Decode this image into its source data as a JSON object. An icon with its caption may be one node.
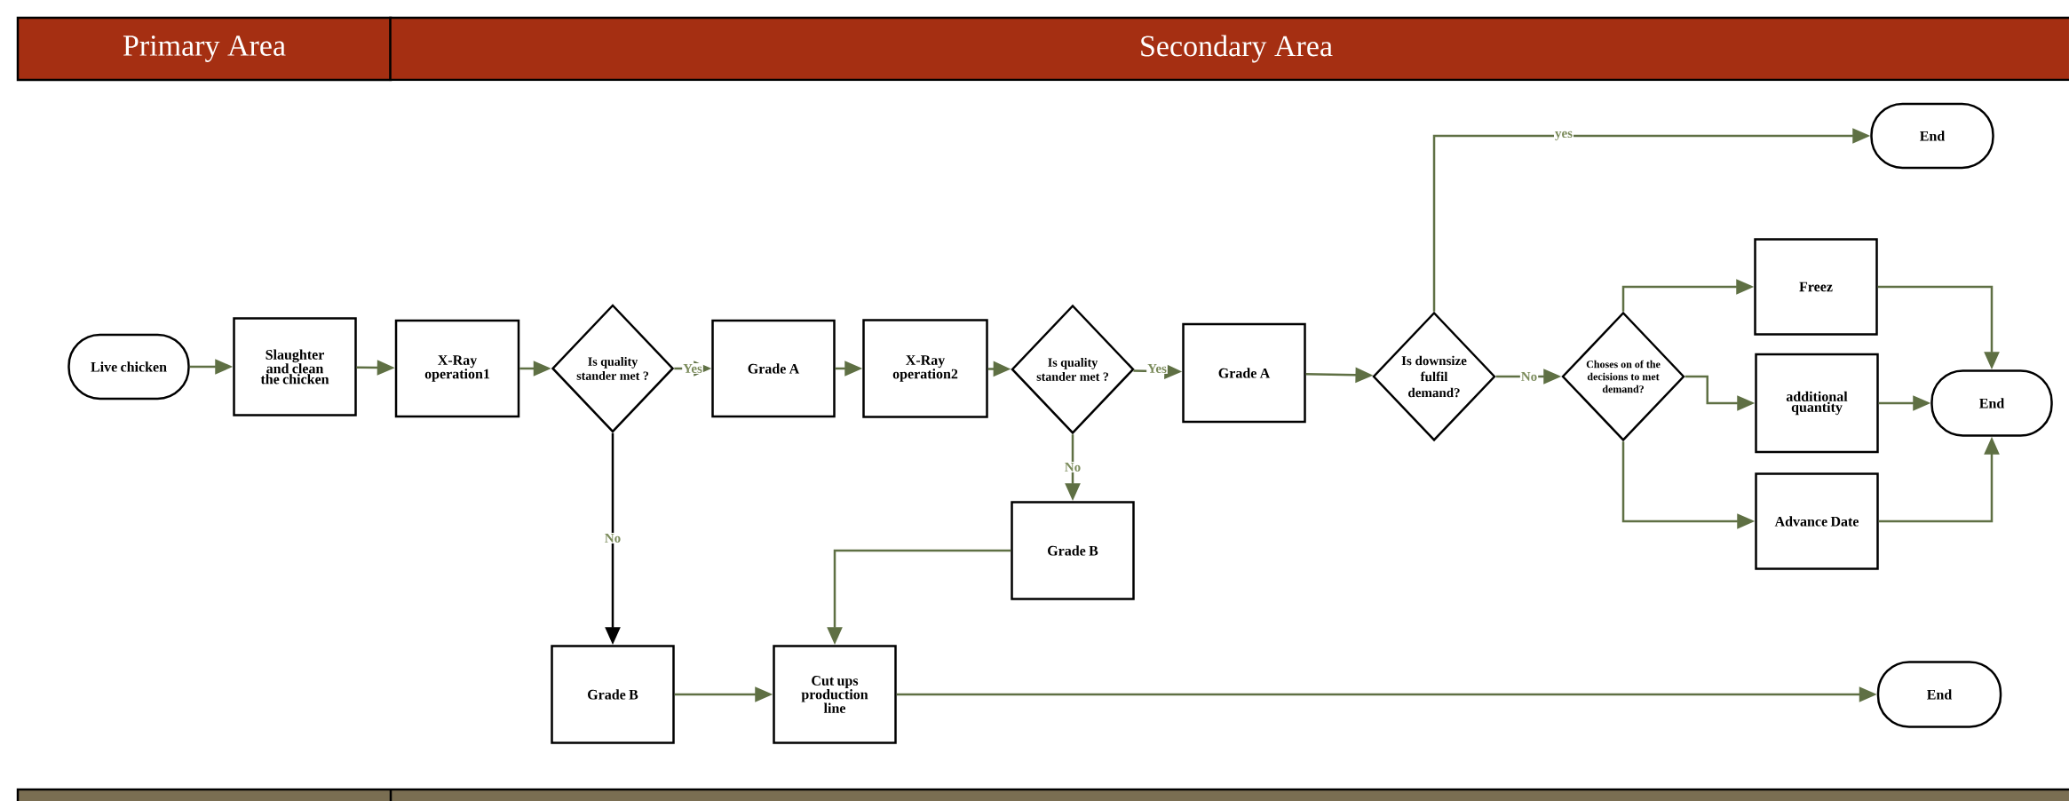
{
  "diagram": {
    "nodes": [
      {
        "text": [
          "Primary Area"
        ]
      },
      {
        "text": [
          "Secondary Area"
        ]
      },
      {
        "text": [
          "Live chicken"
        ]
      },
      {
        "text": [
          "Slaughter and clean the chicken"
        ]
      },
      {
        "text": [
          "X-Ray operation1"
        ]
      },
      {
        "text": [
          "Is quality stander met ?"
        ]
      },
      {
        "text": [
          "Grade A"
        ]
      },
      {
        "text": [
          "X-Ray operation2"
        ]
      },
      {
        "text": [
          "Is quality stander met ?"
        ]
      },
      {
        "text": [
          "Grade A"
        ]
      },
      {
        "text": [
          "Is downsize fulfil demand?"
        ]
      },
      {
        "text": [
          "End"
        ]
      },
      {
        "text": [
          "Choses on of the decisions to met demand?"
        ]
      },
      {
        "text": [
          "Freez"
        ]
      },
      {
        "text": [
          "additional quantity"
        ]
      },
      {
        "text": [
          "Advance Date"
        ]
      },
      {
        "text": [
          "End"
        ]
      },
      {
        "text": [
          "Grade B"
        ]
      },
      {
        "text": [
          "Grade B"
        ]
      },
      {
        "text": [
          "Cut ups production line"
        ]
      },
      {
        "text": [
          "End"
        ]
      }
    ],
    "edges": [
      {
        "from": 2,
        "to": 3,
        "arrow": "to"
      },
      {
        "from": 3,
        "to": 4,
        "arrow": "to"
      },
      {
        "from": 4,
        "to": 5,
        "arrow": "to"
      },
      {
        "from": 5,
        "to": 6,
        "arrow": "to",
        "label": "Yes"
      },
      {
        "from": 6,
        "to": 7,
        "arrow": "to"
      },
      {
        "from": 7,
        "to": 8,
        "arrow": "to"
      },
      {
        "from": 8,
        "to": 9,
        "arrow": "to",
        "label": "Yes"
      },
      {
        "from": 9,
        "to": 10,
        "arrow": "to"
      },
      {
        "from": 10,
        "to": 11,
        "arrow": "to",
        "label": "yes"
      },
      {
        "from": 10,
        "to": 12,
        "arrow": "to",
        "label": "No"
      },
      {
        "from": 12,
        "to": 13,
        "arrow": "to"
      },
      {
        "from": 12,
        "to": 14,
        "arrow": "to"
      },
      {
        "from": 12,
        "to": 15,
        "arrow": "to"
      },
      {
        "from": 13,
        "to": 16,
        "arrow": "to"
      },
      {
        "from": 14,
        "to": 16,
        "arrow": "to"
      },
      {
        "from": 15,
        "to": 16,
        "arrow": "to"
      },
      {
        "from": 8,
        "to": 17,
        "arrow": "to",
        "label": "No"
      },
      {
        "from": 5,
        "to": 18,
        "arrow": "to",
        "label": "No",
        "color": "#000000"
      },
      {
        "from": 17,
        "to": 19,
        "arrow": "to"
      },
      {
        "from": 18,
        "to": 19,
        "arrow": "to"
      },
      {
        "from": 19,
        "to": 20,
        "arrow": "to"
      }
    ]
  }
}
